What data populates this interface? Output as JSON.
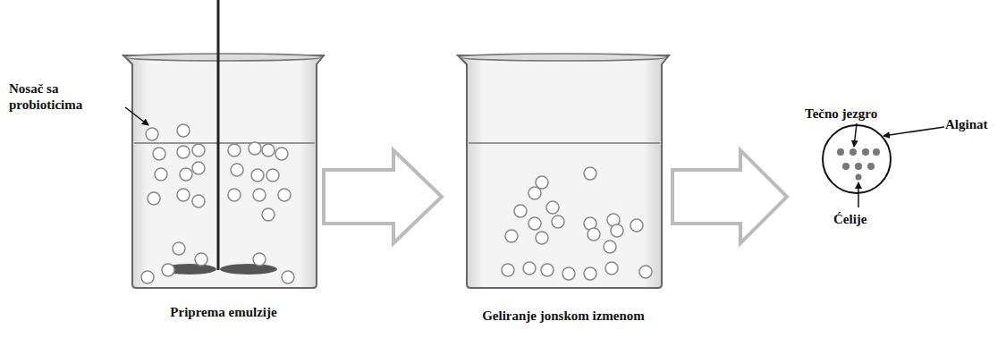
{
  "diagram": {
    "labels": [
      "Nosač sa probioticima",
      "Priprema emulzije",
      "Geliranje jonskom izmenom",
      "Tečno jezgro",
      "Alginat",
      "Ćelije"
    ]
  }
}
